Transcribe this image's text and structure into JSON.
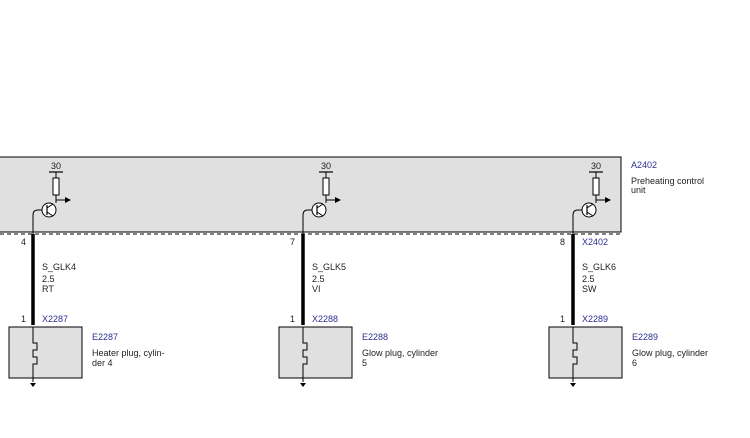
{
  "colors": {
    "link": "#2e2e8f",
    "text": "#222222",
    "unit_fill": "#e0e0e0",
    "wire": "#000000"
  },
  "control_unit": {
    "id": "A2402",
    "name_line1": "Preheating control",
    "name_line2": "unit",
    "connector": "X2402"
  },
  "channels": [
    {
      "supply": "30",
      "pin_top": "4",
      "signal": "S_GLK4",
      "cross_section": "2.5",
      "color_code": "RT",
      "pin_bottom": "1",
      "connector": "X2287",
      "component_id": "E2287",
      "component_line1": "Heater plug, cylin-",
      "component_line2": "der 4"
    },
    {
      "supply": "30",
      "pin_top": "7",
      "signal": "S_GLK5",
      "cross_section": "2.5",
      "color_code": "VI",
      "pin_bottom": "1",
      "connector": "X2288",
      "component_id": "E2288",
      "component_line1": "Glow plug, cylinder",
      "component_line2": "5"
    },
    {
      "supply": "30",
      "pin_top": "8",
      "signal": "S_GLK6",
      "cross_section": "2.5",
      "color_code": "SW",
      "pin_bottom": "1",
      "connector": "X2289",
      "component_id": "E2289",
      "component_line1": "Glow plug, cylinder",
      "component_line2": "6"
    }
  ]
}
